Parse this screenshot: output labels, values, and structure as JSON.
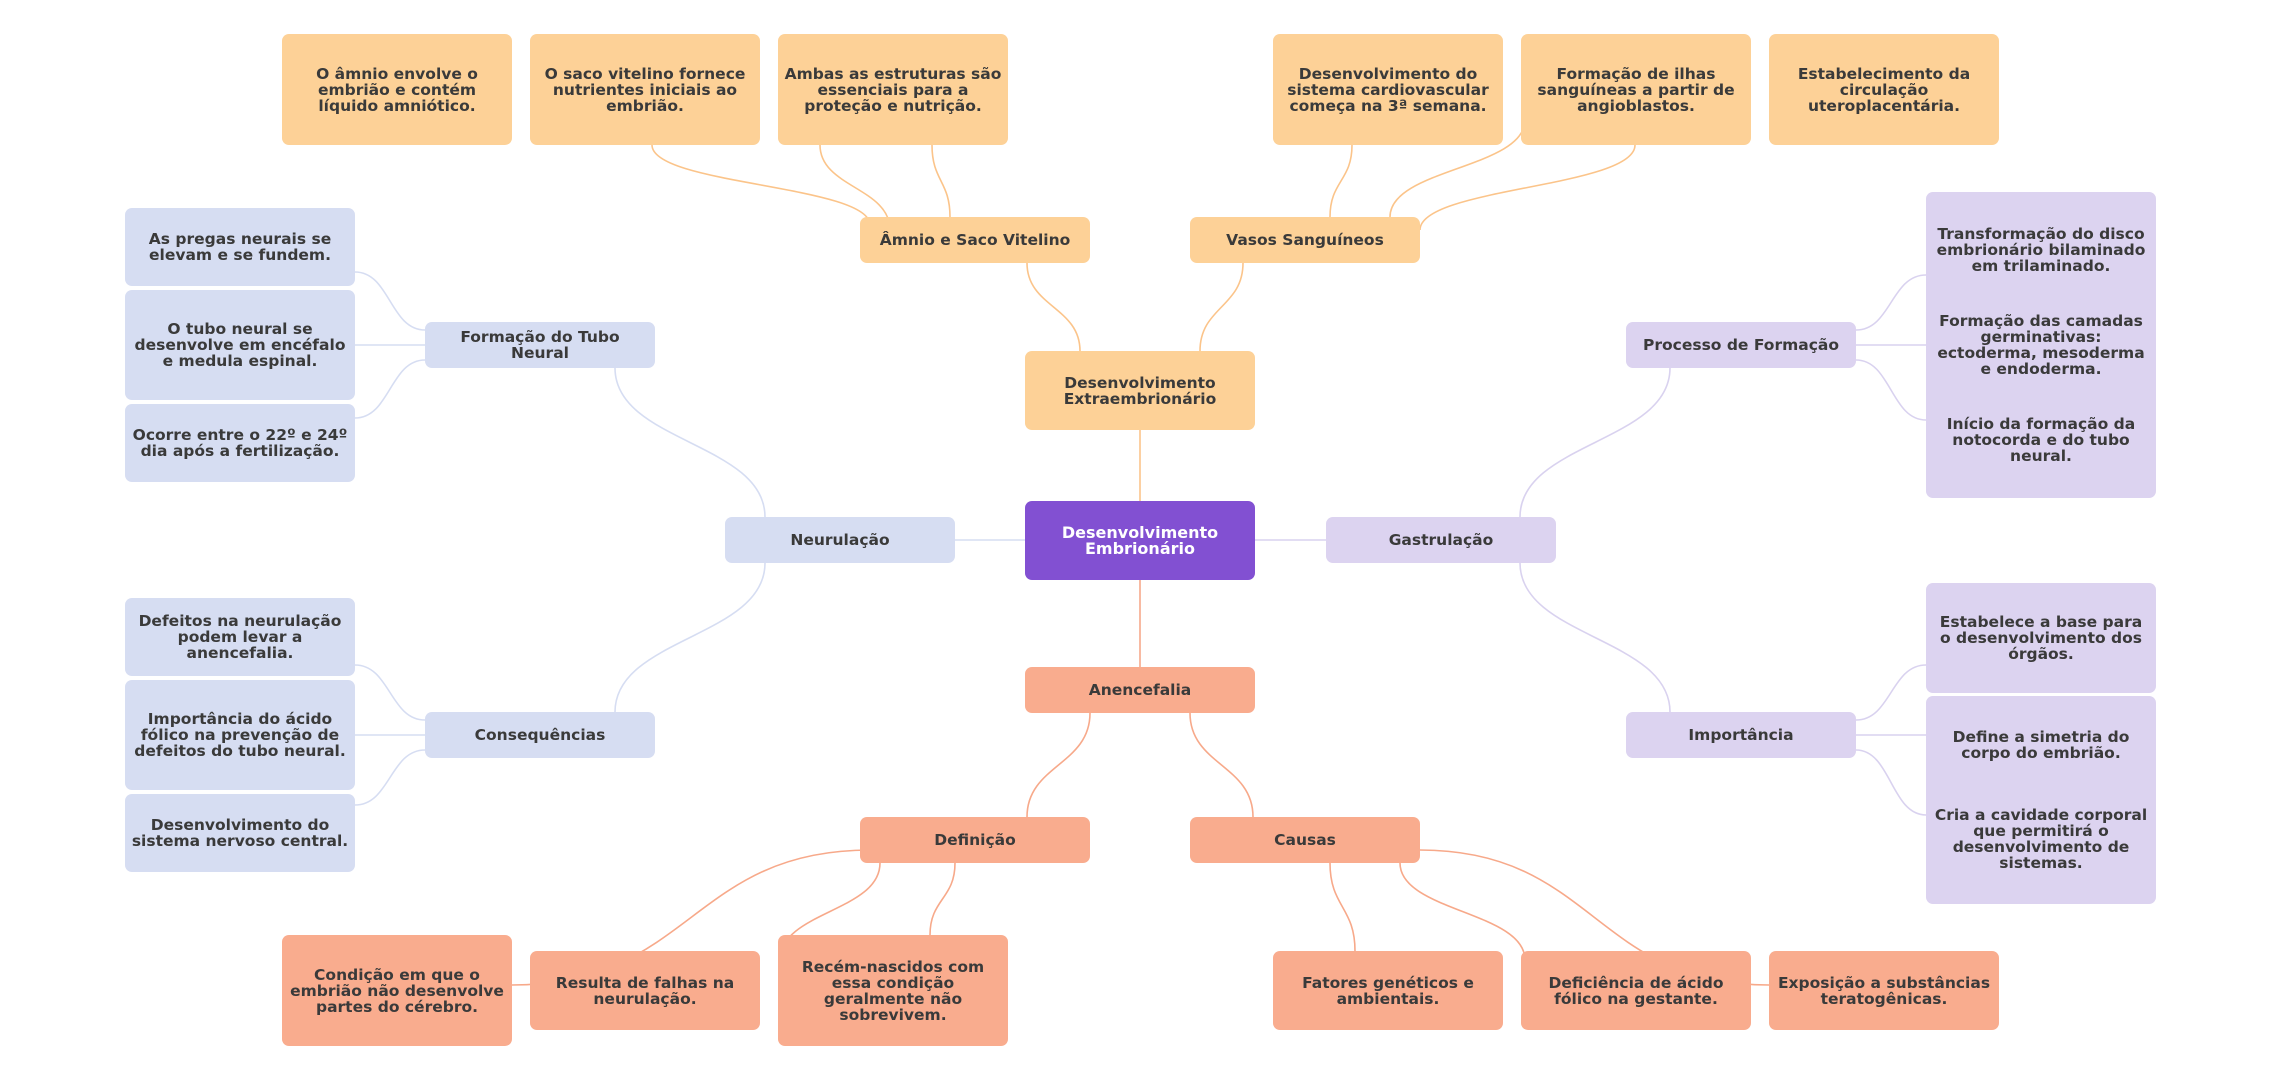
{
  "colors": {
    "root": "#8250d2",
    "extraembrionario": "#fdd197",
    "gastrulacao": "#dcd3f0",
    "neurulacao": "#d6ddf2",
    "anencefalia": "#f9ac8e",
    "link_orange": "#fbc48a",
    "link_lav": "#d9d2ef",
    "link_blue": "#d6ddf2",
    "link_salmon": "#f7a98a"
  },
  "nodes": {
    "root": "Desenvolvimento Embrionário",
    "extra": "Desenvolvimento Extraembrionário",
    "amnio": "Âmnio e Saco Vitelino",
    "amnio_1": "O âmnio envolve o embrião e contém líquido amniótico.",
    "amnio_2": "O saco vitelino fornece nutrientes iniciais ao embrião.",
    "amnio_3": "Ambas as estruturas são essenciais para a proteção e nutrição.",
    "vasos": "Vasos Sanguíneos",
    "vasos_1": "Desenvolvimento do sistema cardiovascular começa na 3ª semana.",
    "vasos_2": "Formação de ilhas sanguíneas a partir de angioblastos.",
    "vasos_3": "Estabelecimento da circulação uteroplacentária.",
    "gastrulacao": "Gastrulação",
    "processo": "Processo de Formação",
    "processo_1": "Transformação do disco embrionário bilaminado em trilaminado.",
    "processo_2": "Formação das camadas germinativas: ectoderma, mesoderma e endoderma.",
    "processo_3": "Início da formação da notocorda e do tubo neural.",
    "importancia": "Importância",
    "importancia_1": "Estabelece a base para o desenvolvimento dos órgãos.",
    "importancia_2": "Define a simetria do corpo do embrião.",
    "importancia_3": "Cria a cavidade corporal que permitirá o desenvolvimento de sistemas.",
    "neurulacao": "Neurulação",
    "tubo": "Formação do Tubo Neural",
    "tubo_1": "As pregas neurais se elevam e se fundem.",
    "tubo_2": "O tubo neural se desenvolve em encéfalo e medula espinal.",
    "tubo_3": "Ocorre entre o 22º e 24º dia após a fertilização.",
    "consequencias": "Consequências",
    "consequencias_1": "Defeitos na neurulação podem levar a anencefalia.",
    "consequencias_2": "Importância do ácido fólico na prevenção de defeitos do tubo neural.",
    "consequencias_3": "Desenvolvimento do sistema nervoso central.",
    "anencefalia": "Anencefalia",
    "definicao": "Definição",
    "definicao_1": "Condição em que o embrião não desenvolve partes do cérebro.",
    "definicao_2": "Resulta de falhas na neurulação.",
    "definicao_3": "Recém-nascidos com essa condição geralmente não sobrevivem.",
    "causas": "Causas",
    "causas_1": "Fatores genéticos e ambientais.",
    "causas_2": "Deficiência de ácido fólico na gestante.",
    "causas_3": "Exposição a substâncias teratogênicas."
  }
}
